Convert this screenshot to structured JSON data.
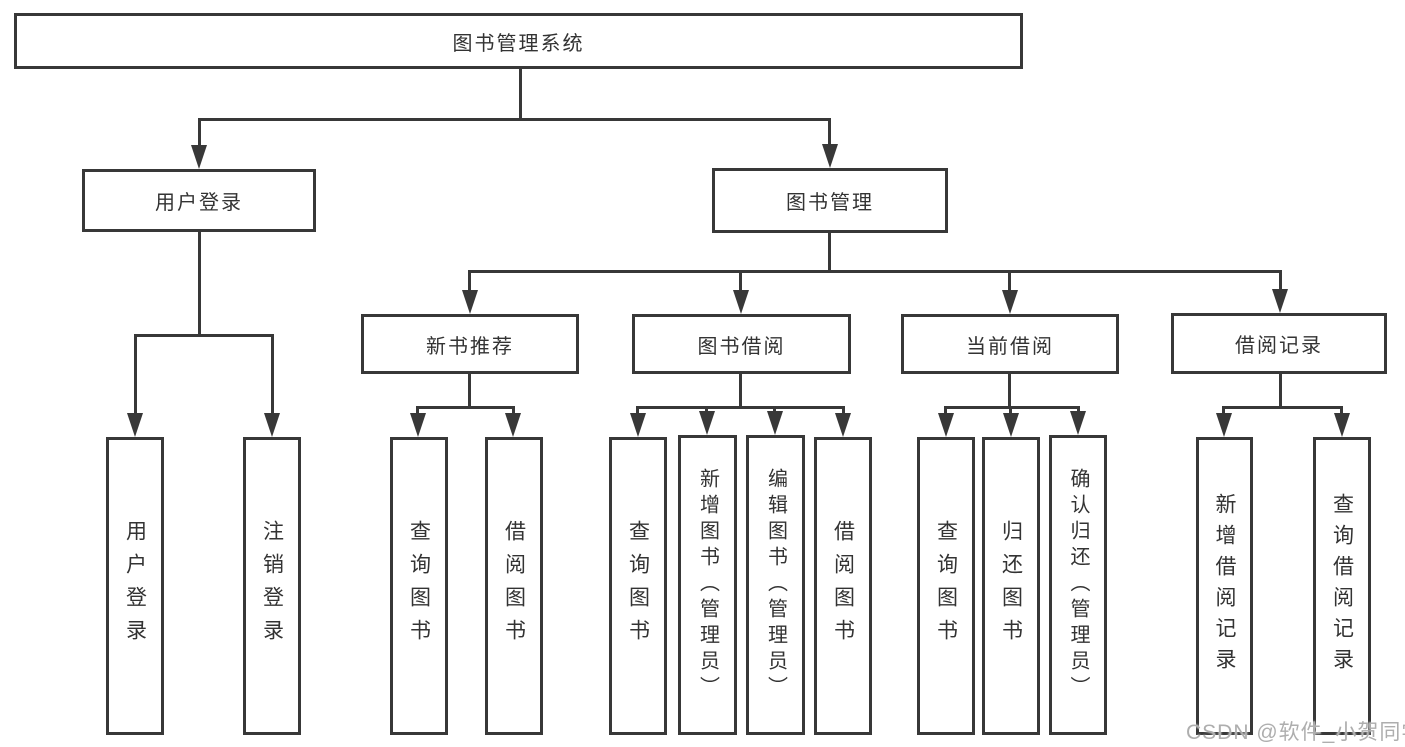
{
  "colors": {
    "line": "#383838",
    "text": "#333333",
    "watermark_gray": "#aeaeae"
  },
  "watermark": {
    "text": "CSDN @软件_小贺同学"
  },
  "diagram": {
    "root": {
      "label": "图书管理系统"
    },
    "level2": [
      {
        "id": "user-login",
        "label": "用户登录"
      },
      {
        "id": "book-management",
        "label": "图书管理"
      }
    ],
    "level3": [
      {
        "id": "new-book-recommendation",
        "label": "新书推荐"
      },
      {
        "id": "book-borrowing",
        "label": "图书借阅"
      },
      {
        "id": "current-borrowing",
        "label": "当前借阅"
      },
      {
        "id": "borrowing-records",
        "label": "借阅记录"
      }
    ],
    "level4": [
      {
        "id": "user-login-leaf",
        "parent": "user-login",
        "label": "用户登录"
      },
      {
        "id": "logout",
        "parent": "user-login",
        "label": "注销登录"
      },
      {
        "id": "query-books-recommend",
        "parent": "new-book-recommendation",
        "label": "查询图书"
      },
      {
        "id": "borrow-books-recommend",
        "parent": "new-book-recommendation",
        "label": "借阅图书"
      },
      {
        "id": "query-books-borrowing",
        "parent": "book-borrowing",
        "label": "查询图书"
      },
      {
        "id": "add-books-admin",
        "parent": "book-borrowing",
        "label": "新增图书（管理员）"
      },
      {
        "id": "edit-books-admin",
        "parent": "book-borrowing",
        "label": "编辑图书（管理员）"
      },
      {
        "id": "borrow-books-borrowing",
        "parent": "book-borrowing",
        "label": "借阅图书"
      },
      {
        "id": "query-books-current",
        "parent": "current-borrowing",
        "label": "查询图书"
      },
      {
        "id": "return-books",
        "parent": "current-borrowing",
        "label": "归还图书"
      },
      {
        "id": "confirm-return-admin",
        "parent": "current-borrowing",
        "label": "确认归还（管理员）"
      },
      {
        "id": "add-borrow-record",
        "parent": "borrowing-records",
        "label": "新增借阅记录"
      },
      {
        "id": "query-borrow-record",
        "parent": "borrowing-records",
        "label": "查询借阅记录"
      }
    ]
  }
}
